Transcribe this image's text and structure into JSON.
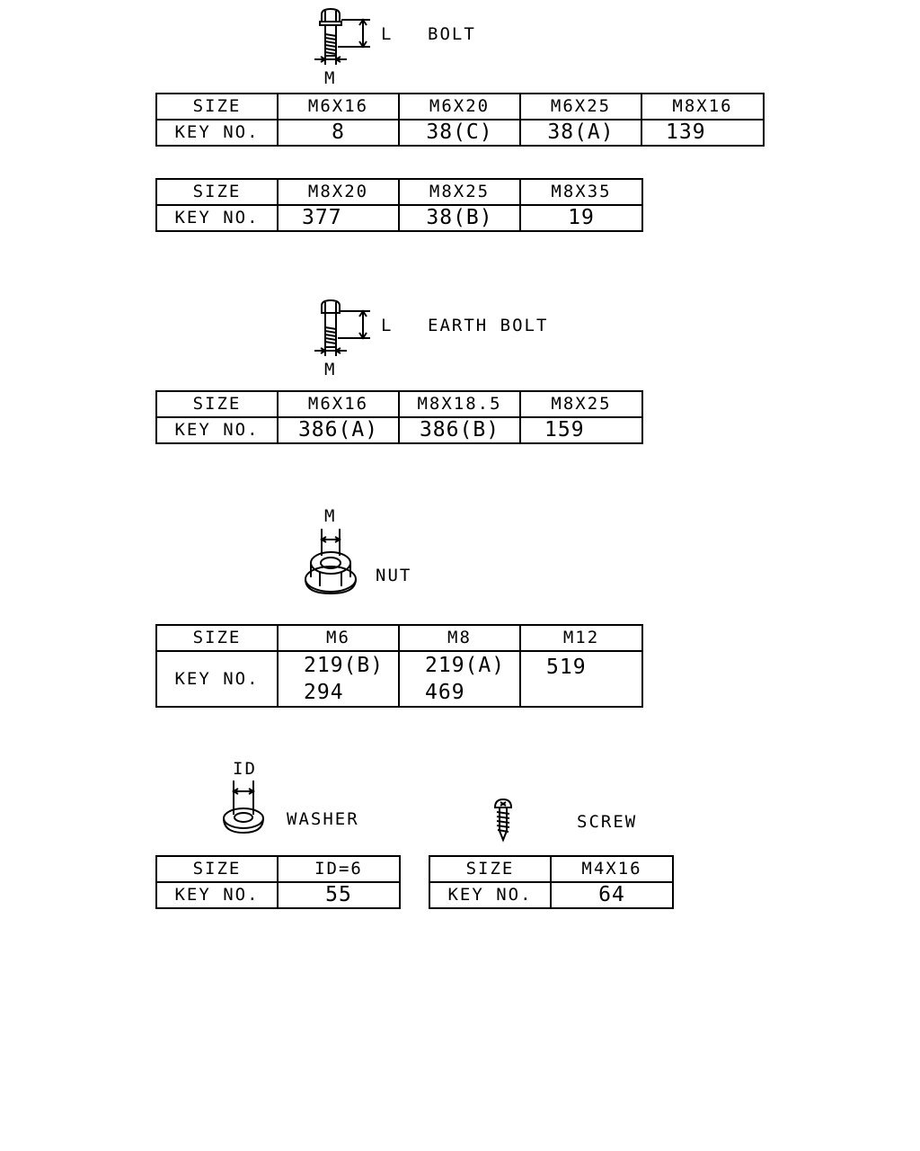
{
  "bolt": {
    "label": "BOLT",
    "dim_l": "L",
    "dim_m": "M",
    "table1": {
      "row_label_size": "SIZE",
      "row_label_key": "KEY NO.",
      "sizes": [
        "M6X16",
        "M6X20",
        "M6X25",
        "M8X16"
      ],
      "keys": [
        "8",
        "38(C)",
        "38(A)",
        "139"
      ]
    },
    "table2": {
      "row_label_size": "SIZE",
      "row_label_key": "KEY NO.",
      "sizes": [
        "M8X20",
        "M8X25",
        "M8X35"
      ],
      "keys": [
        "377",
        "38(B)",
        "19"
      ]
    }
  },
  "earth_bolt": {
    "label": "EARTH BOLT",
    "dim_l": "L",
    "dim_m": "M",
    "table": {
      "row_label_size": "SIZE",
      "row_label_key": "KEY NO.",
      "sizes": [
        "M6X16",
        "M8X18.5",
        "M8X25"
      ],
      "keys": [
        "386(A)",
        "386(B)",
        "159"
      ]
    }
  },
  "nut": {
    "label": "NUT",
    "dim_m": "M",
    "table": {
      "row_label_size": "SIZE",
      "row_label_key": "KEY NO.",
      "sizes": [
        "M6",
        "M8",
        "M12"
      ],
      "keys": [
        [
          "219(B)",
          "294"
        ],
        [
          "219(A)",
          "469"
        ],
        [
          "519",
          ""
        ]
      ]
    }
  },
  "washer": {
    "label": "WASHER",
    "dim_id": "ID",
    "table": {
      "row_label_size": "SIZE",
      "row_label_key": "KEY NO.",
      "sizes": [
        "ID=6"
      ],
      "keys": [
        "55"
      ]
    }
  },
  "screw": {
    "label": "SCREW",
    "table": {
      "row_label_size": "SIZE",
      "row_label_key": "KEY NO.",
      "sizes": [
        "M4X16"
      ],
      "keys": [
        "64"
      ]
    }
  }
}
